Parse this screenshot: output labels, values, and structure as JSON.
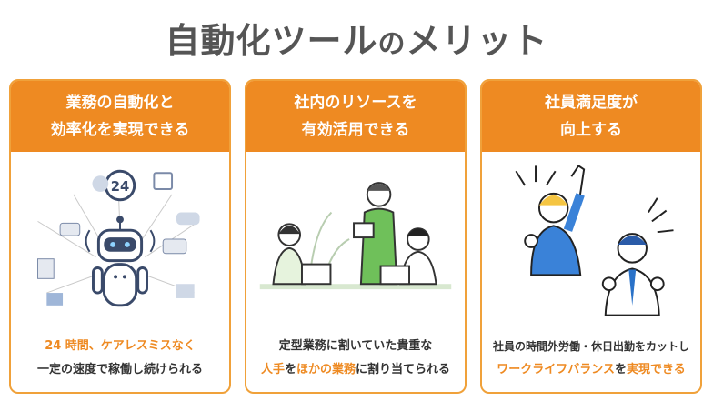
{
  "title": {
    "main": "自動化ツール",
    "particle": "の",
    "tail": "メリット"
  },
  "cards": [
    {
      "heading_line1": "業務の自動化と",
      "heading_line2": "効率化を実現できる",
      "footer_line1": "24 時間、ケアレスミスなく",
      "footer_line2": "一定の速度で稼働し続けられる",
      "clock_label": "24"
    },
    {
      "heading_line1": "社内のリソースを",
      "heading_line2": "有効活用できる",
      "footer_line1": "定型業務に割いていた貴重な",
      "footer_line2_a": "人手",
      "footer_line2_b": "を",
      "footer_line2_c": "ほかの業務",
      "footer_line2_d": "に割り当てられる"
    },
    {
      "heading_line1": "社員満足度が",
      "heading_line2": "向上する",
      "footer_line1": "社員の時間外労働・休日出勤をカットし",
      "footer_line2_a": "ワークライフバランス",
      "footer_line2_b": "を",
      "footer_line2_c": "実現できる"
    }
  ],
  "colors": {
    "accent": "#ee8a22",
    "title": "#555555",
    "green": "#4caf50"
  }
}
